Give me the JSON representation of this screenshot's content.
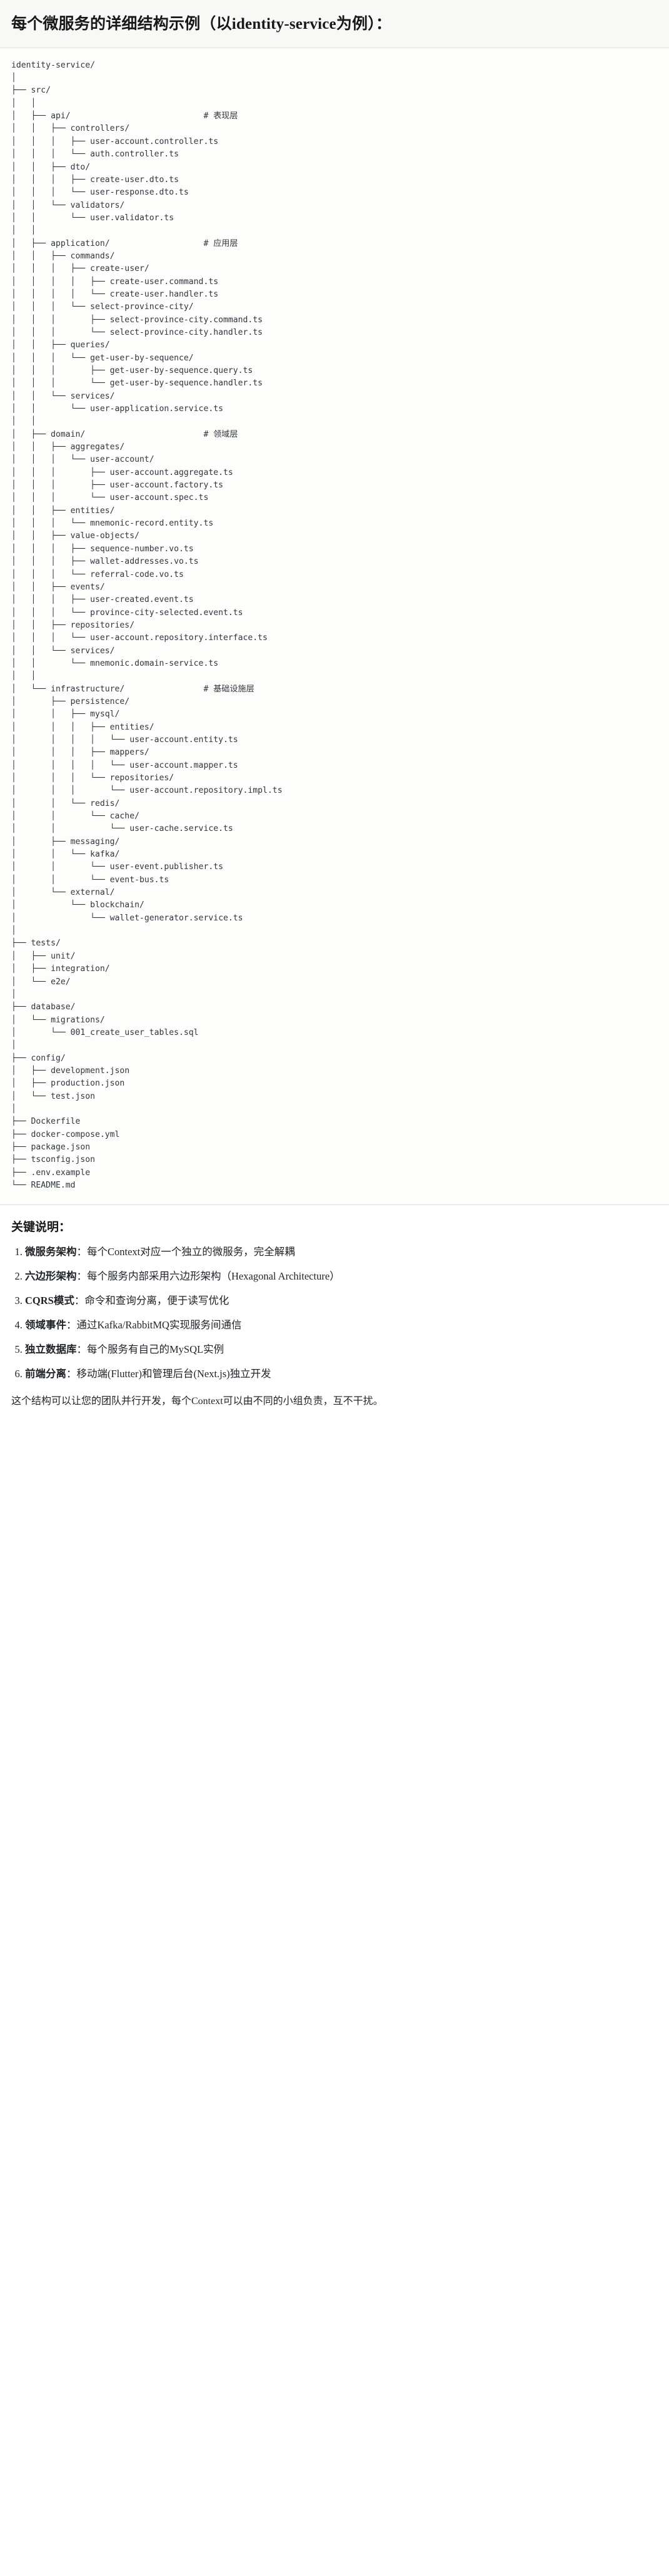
{
  "header": {
    "title": "每个微服务的详细结构示例（以identity-service为例）："
  },
  "tree": {
    "root": "identity-service/",
    "comments": {
      "api": "# 表现层",
      "application": "# 应用层",
      "domain": "# 领域层",
      "infrastructure": "# 基础设施层"
    },
    "text": "identity-service/\n│\n├── src/\n│   │\n│   ├── api/                           # 表现层\n│   │   ├── controllers/\n│   │   │   ├── user-account.controller.ts\n│   │   │   └── auth.controller.ts\n│   │   ├── dto/\n│   │   │   ├── create-user.dto.ts\n│   │   │   └── user-response.dto.ts\n│   │   └── validators/\n│   │       └── user.validator.ts\n│   │\n│   ├── application/                   # 应用层\n│   │   ├── commands/\n│   │   │   ├── create-user/\n│   │   │   │   ├── create-user.command.ts\n│   │   │   │   └── create-user.handler.ts\n│   │   │   └── select-province-city/\n│   │   │       ├── select-province-city.command.ts\n│   │   │       └── select-province-city.handler.ts\n│   │   ├── queries/\n│   │   │   └── get-user-by-sequence/\n│   │   │       ├── get-user-by-sequence.query.ts\n│   │   │       └── get-user-by-sequence.handler.ts\n│   │   └── services/\n│   │       └── user-application.service.ts\n│   │\n│   ├── domain/                        # 领域层\n│   │   ├── aggregates/\n│   │   │   └── user-account/\n│   │   │       ├── user-account.aggregate.ts\n│   │   │       ├── user-account.factory.ts\n│   │   │       └── user-account.spec.ts\n│   │   ├── entities/\n│   │   │   └── mnemonic-record.entity.ts\n│   │   ├── value-objects/\n│   │   │   ├── sequence-number.vo.ts\n│   │   │   ├── wallet-addresses.vo.ts\n│   │   │   └── referral-code.vo.ts\n│   │   ├── events/\n│   │   │   ├── user-created.event.ts\n│   │   │   └── province-city-selected.event.ts\n│   │   ├── repositories/\n│   │   │   └── user-account.repository.interface.ts\n│   │   └── services/\n│   │       └── mnemonic.domain-service.ts\n│   │\n│   └── infrastructure/                # 基础设施层\n│       ├── persistence/\n│       │   ├── mysql/\n│       │   │   ├── entities/\n│       │   │   │   └── user-account.entity.ts\n│       │   │   ├── mappers/\n│       │   │   │   └── user-account.mapper.ts\n│       │   │   └── repositories/\n│       │   │       └── user-account.repository.impl.ts\n│       │   └── redis/\n│       │       └── cache/\n│       │           └── user-cache.service.ts\n│       ├── messaging/\n│       │   └── kafka/\n│       │       └── user-event.publisher.ts\n│       │       └── event-bus.ts\n│       └── external/\n│           └── blockchain/\n│               └── wallet-generator.service.ts\n│\n├── tests/\n│   ├── unit/\n│   ├── integration/\n│   └── e2e/\n│\n├── database/\n│   └── migrations/\n│       └── 001_create_user_tables.sql\n│\n├── config/\n│   ├── development.json\n│   ├── production.json\n│   └── test.json\n│\n├── Dockerfile\n├── docker-compose.yml\n├── package.json\n├── tsconfig.json\n├── .env.example\n└── README.md"
  },
  "keypoints": {
    "title": "关键说明：",
    "items": [
      {
        "term": "微服务架构",
        "sep": "：",
        "desc": "每个Context对应一个独立的微服务，完全解耦"
      },
      {
        "term": "六边形架构",
        "sep": "：",
        "desc": "每个服务内部采用六边形架构（Hexagonal Architecture）"
      },
      {
        "term": "CQRS模式",
        "sep": "：",
        "desc": "命令和查询分离，便于读写优化"
      },
      {
        "term": "领域事件",
        "sep": "：",
        "desc": "通过Kafka/RabbitMQ实现服务间通信"
      },
      {
        "term": "独立数据库",
        "sep": "：",
        "desc": "每个服务有自己的MySQL实例"
      },
      {
        "term": "前端分离",
        "sep": "：",
        "desc": "移动端(Flutter)和管理后台(Next.js)独立开发"
      }
    ],
    "footnote": "这个结构可以让您的团队并行开发，每个Context可以由不同的小组负责，互不干扰。"
  }
}
